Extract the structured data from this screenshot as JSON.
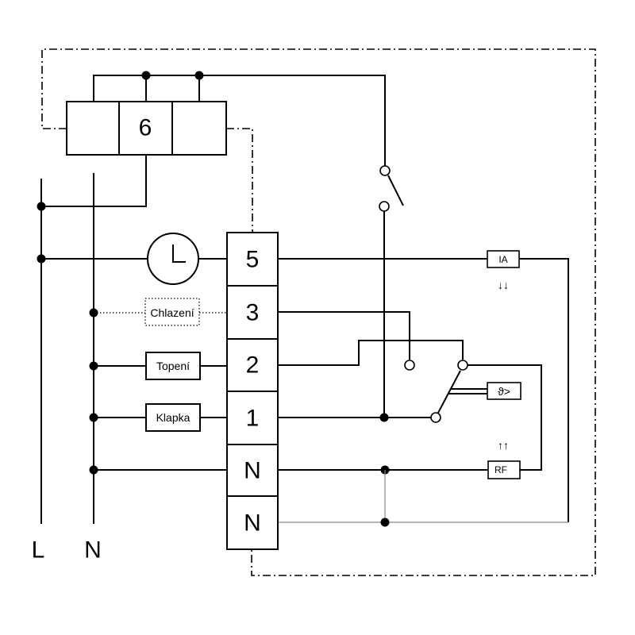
{
  "diagram": {
    "relay_label": "6",
    "terminals": [
      "5",
      "3",
      "2",
      "1",
      "N",
      "N"
    ],
    "rail_labels": [
      "L",
      "N"
    ],
    "loads": {
      "chlazeni": "Chlazení",
      "topeni": "Topení",
      "klapka": "Klapka"
    },
    "modules": {
      "ia": "IA",
      "rf": "RF",
      "temp": "ϑ>"
    },
    "arrows": {
      "down": "↓↓",
      "up": "↑↑"
    }
  }
}
